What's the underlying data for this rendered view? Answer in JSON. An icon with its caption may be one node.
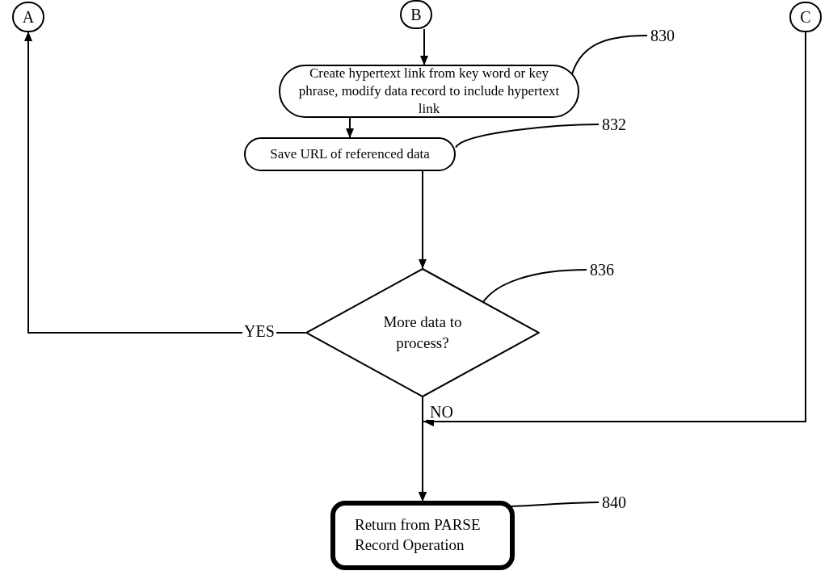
{
  "diagram": {
    "nodes": [
      {
        "text": [
          "A"
        ]
      },
      {
        "text": [
          "B"
        ]
      },
      {
        "text": [
          "C"
        ]
      },
      {
        "text": [
          "Create hypertext link from key word or key phrase, modify data record to include hypertext link"
        ]
      },
      {
        "text": [
          "Save URL of referenced data"
        ]
      },
      {
        "text": [
          "More data to process?"
        ]
      },
      {
        "text": [
          "Return from PARSE Record Operation"
        ]
      },
      {
        "text": [
          "830"
        ]
      },
      {
        "text": [
          "832"
        ]
      },
      {
        "text": [
          "836"
        ]
      },
      {
        "text": [
          "840"
        ]
      }
    ],
    "edges": [
      {
        "from": 1,
        "to": 3,
        "arrow": "to"
      },
      {
        "from": 3,
        "to": 4,
        "arrow": "to"
      },
      {
        "from": 4,
        "to": 5,
        "arrow": "to"
      },
      {
        "from": 5,
        "to": 0,
        "arrow": "to",
        "label": "YES"
      },
      {
        "from": 5,
        "to": 6,
        "arrow": "to",
        "label": "NO"
      },
      {
        "from": 2,
        "to": 6,
        "arrow": "to"
      },
      {
        "from": 7,
        "to": 3,
        "arrow": "none"
      },
      {
        "from": 8,
        "to": 4,
        "arrow": "none"
      },
      {
        "from": 9,
        "to": 5,
        "arrow": "none"
      },
      {
        "from": 10,
        "to": 6,
        "arrow": "none"
      }
    ]
  }
}
